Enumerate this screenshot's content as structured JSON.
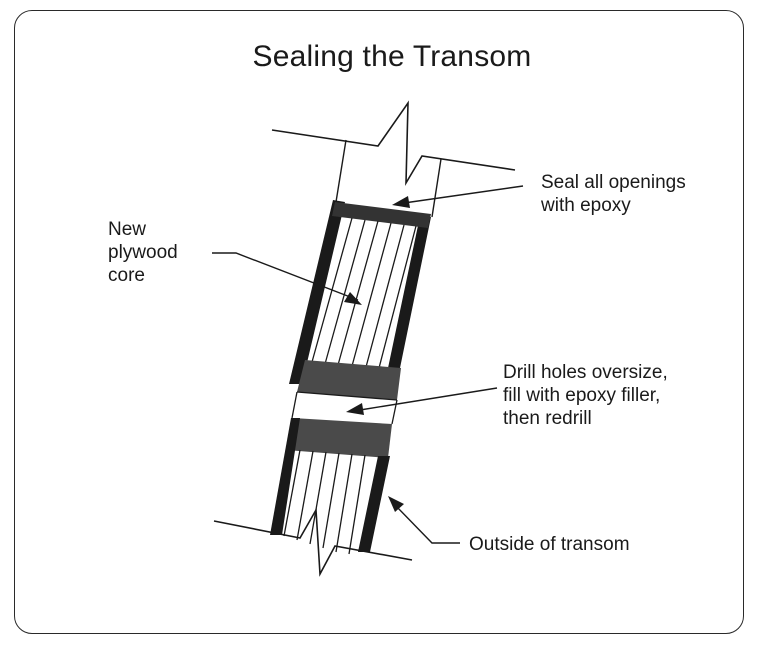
{
  "title": "Sealing the Transom",
  "labels": {
    "core": "New\nplywood\ncore",
    "seal": "Seal all openings\n with epoxy",
    "drill": "Drill holes oversize,\nfill with epoxy filler,\nthen redrill",
    "outside": "Outside of transom"
  },
  "colors": {
    "ink": "#1a1a1a",
    "epoxy_fill": "#4a4a4a",
    "background": "#ffffff"
  }
}
